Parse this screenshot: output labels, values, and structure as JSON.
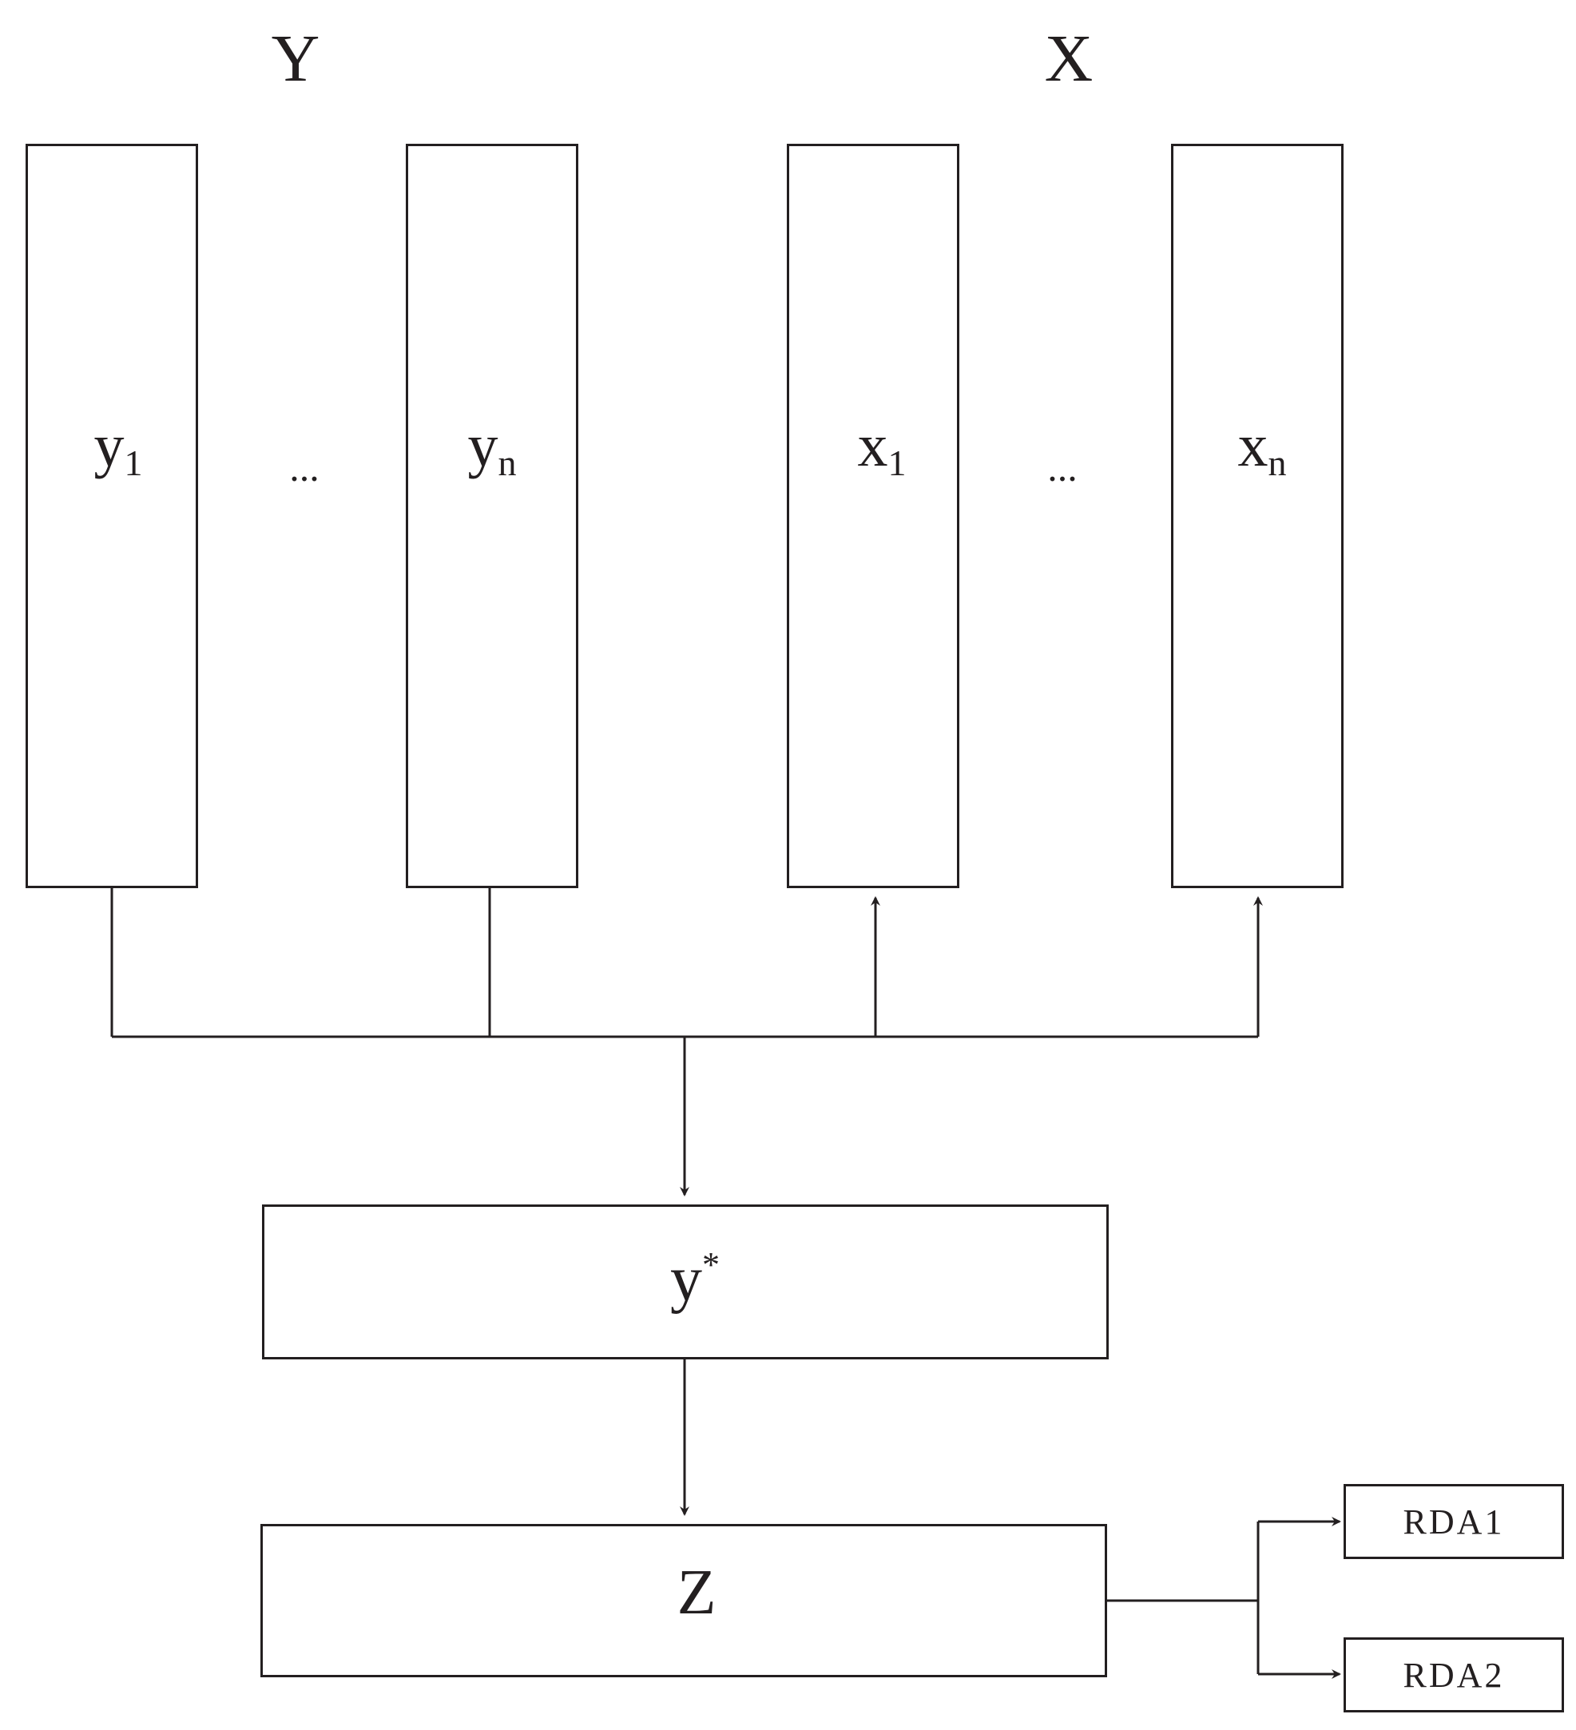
{
  "groups": {
    "response_label": "Y",
    "explanatory_label": "X"
  },
  "columns": {
    "y_first": {
      "base": "y",
      "sub": "1"
    },
    "y_last": {
      "base": "y",
      "sub": "n"
    },
    "x_first": {
      "base": "x",
      "sub": "1"
    },
    "x_last": {
      "base": "x",
      "sub": "n"
    },
    "ellipsis_y": "...",
    "ellipsis_x": "..."
  },
  "fitted": {
    "base": "y",
    "sup": "*"
  },
  "scores": {
    "label": "Z"
  },
  "outputs": {
    "rda1": "RDA1",
    "rda2": "RDA2"
  },
  "colors": {
    "stroke": "#231f20",
    "background": "#ffffff"
  }
}
